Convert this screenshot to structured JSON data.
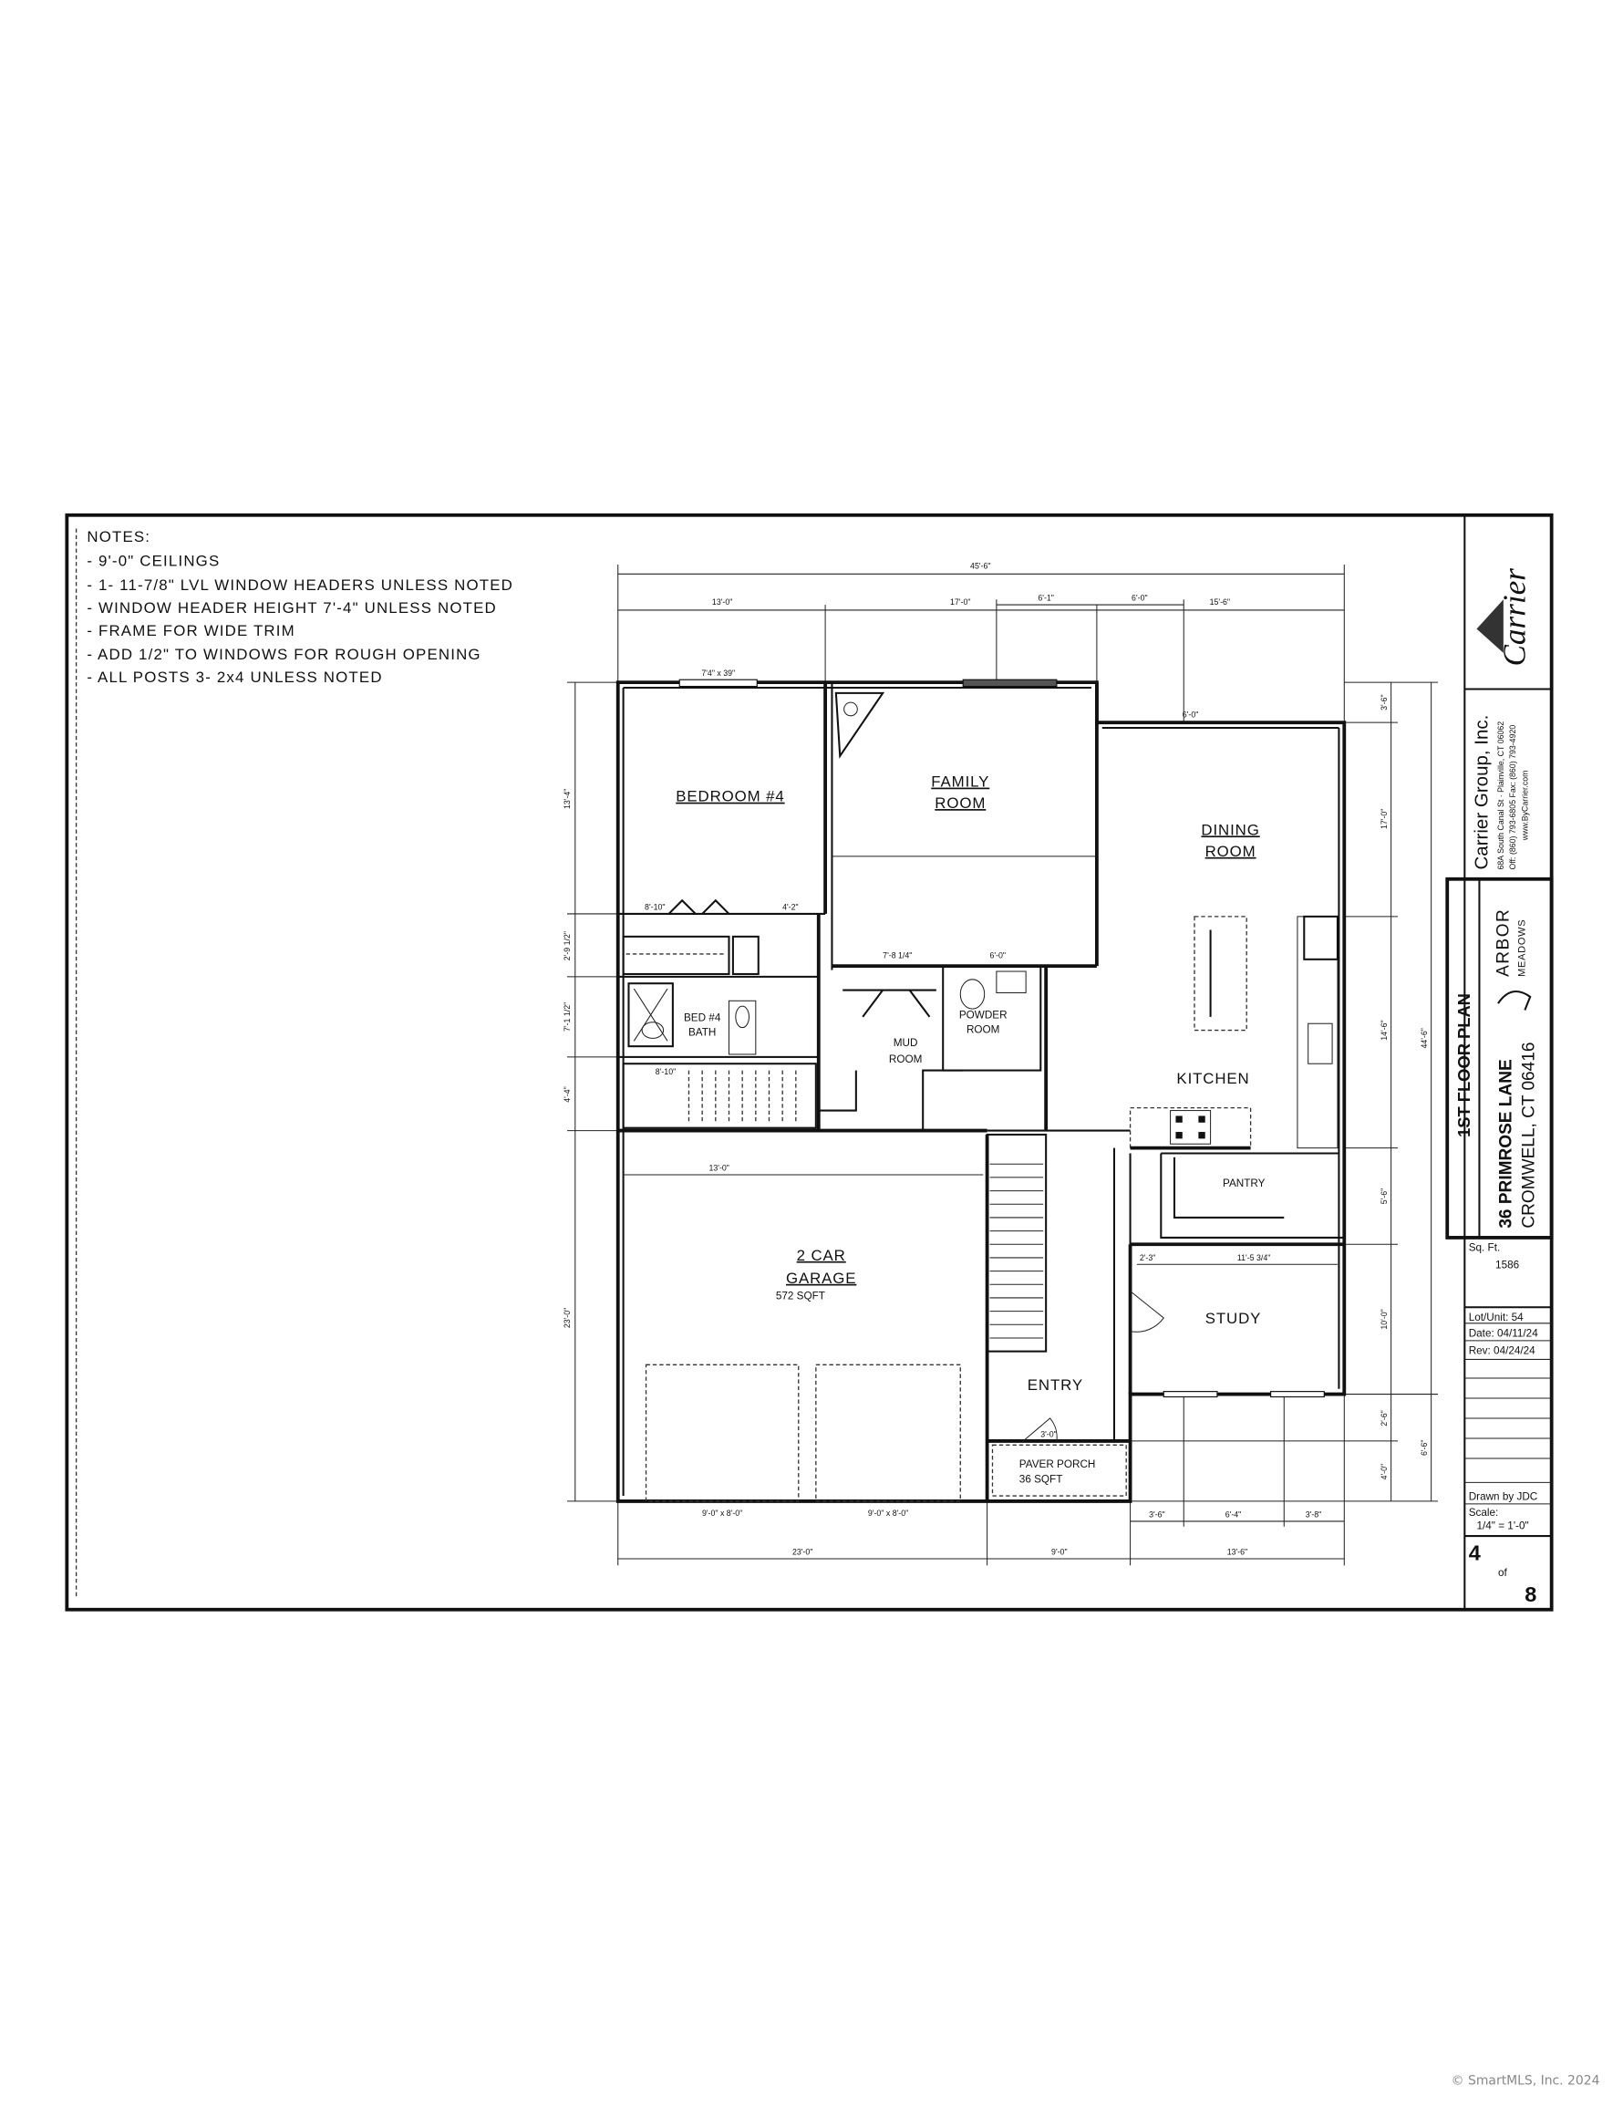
{
  "notes": {
    "heading": "NOTES:",
    "items": [
      "- 9'-0\" CEILINGS",
      "- 1- 11-7/8\" LVL WINDOW HEADERS UNLESS NOTED",
      "- WINDOW HEADER HEIGHT 7'-4\" UNLESS NOTED",
      "- FRAME FOR WIDE TRIM",
      "- ADD 1/2\" TO WINDOWS FOR ROUGH OPENING",
      "- ALL POSTS 3- 2x4 UNLESS NOTED"
    ]
  },
  "rooms": {
    "bedroom": "BEDROOM #4",
    "family_1": "FAMILY",
    "family_2": "ROOM",
    "dining_1": "DINING",
    "dining_2": "ROOM",
    "bath_1": "BED #4",
    "bath_2": "BATH",
    "mud_1": "MUD",
    "mud_2": "ROOM",
    "powder_1": "POWDER",
    "powder_2": "ROOM",
    "kitchen": "KITCHEN",
    "pantry": "PANTRY",
    "garage_1": "2 CAR",
    "garage_2": "GARAGE",
    "garage_area": "572 SQFT",
    "study": "STUDY",
    "entry": "ENTRY",
    "porch_1": "PAVER PORCH",
    "porch_2": "36 SQFT"
  },
  "dimensions": {
    "top_total": "45'-6\"",
    "top_1": "13'-0\"",
    "top_2": "17'-0\"",
    "top_3": "15'-6\"",
    "top_4": "6'-1\"",
    "top_5": "6'-0\"",
    "dining_top": "6'-0\"",
    "left_1": "13'-4\"",
    "left_2": "2'-9 1/2\"",
    "left_3": "7'-1 1/2\"",
    "left_4": "4'-4\"",
    "left_5": "23'-0\"",
    "right_1": "3'-6\"",
    "right_2": "17'-0\"",
    "right_3": "14'-6\"",
    "right_4": "5'-6\"",
    "right_5": "10'-0\"",
    "right_6": "2'-6\"",
    "right_7": "4'-0\"",
    "right_total": "44'-6\"",
    "right_porch": "6'-6\"",
    "bottom_1": "3'-6\"",
    "bottom_2": "6'-4\"",
    "bottom_3": "3'-8\"",
    "bottom_4": "23'-0\"",
    "bottom_5": "9'-0\"",
    "bottom_6": "13'-6\"",
    "garage_door_1": "9'-0\" x 8'-0\"",
    "garage_door_2": "9'-0\" x 8'-0\"",
    "closet_1": "8'-10\"",
    "closet_2": "4'-2\"",
    "family_bottom_1": "7'-8 1/4\"",
    "family_bottom_2": "6'-0\"",
    "stair_width": "8'-10\"",
    "study_1": "2'-3\"",
    "study_2": "11'-5 3/4\"",
    "garage_top": "13'-0\"",
    "entry_door": "3'-0\""
  },
  "title_block": {
    "logo_text": "Carrier",
    "company": "Carrier Group, Inc.",
    "address": "68A South Canal St · Plainville, CT 06062",
    "phone": "Off: (860) 793-6805  Fax: (860) 793-4920",
    "website": "www.ByCarrier.com",
    "sheet_title": "1ST FLOOR PLAN",
    "street": "36 PRIMROSE LANE",
    "city": "CROMWELL, CT 06416",
    "community_1": "ARBOR",
    "community_2": "MEADOWS",
    "sqft_label": "Sq. Ft.",
    "sqft_value": "1586",
    "lot": "Lot/Unit: 54",
    "date": "Date: 04/11/24",
    "rev": "Rev: 04/24/24",
    "drawn_by": "Drawn by JDC",
    "scale_label": "Scale:",
    "scale_value": "1/4\" = 1'-0\"",
    "sheet_num": "4",
    "sheet_of": "of",
    "sheet_total": "8"
  },
  "footer": {
    "copyright": "© SmartMLS, Inc.  2024"
  }
}
